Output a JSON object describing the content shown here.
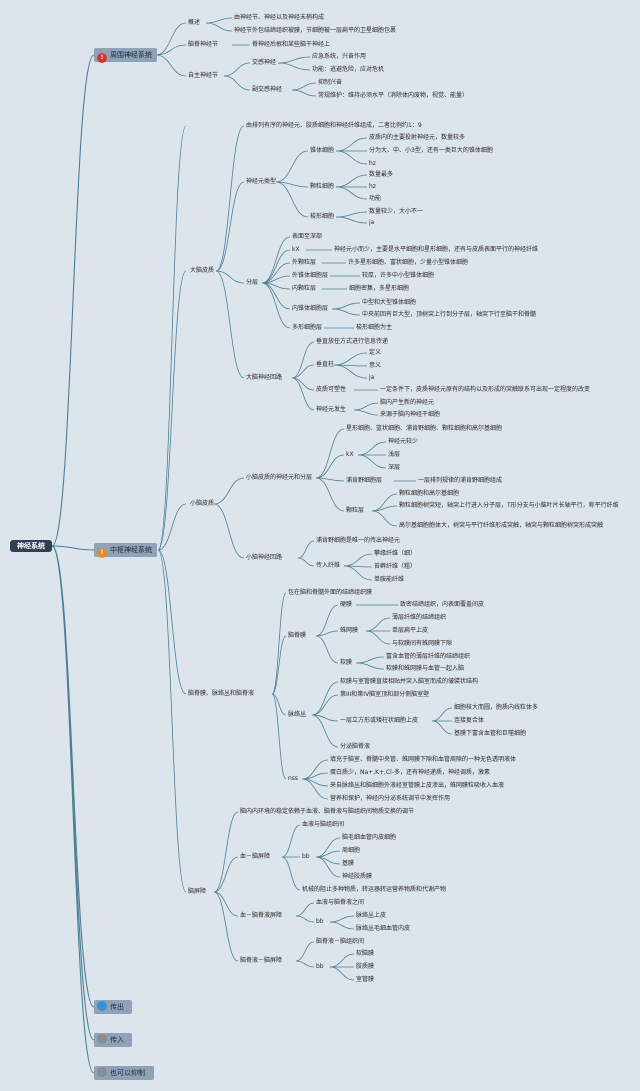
{
  "root": "神经系统",
  "c1": {
    "label": "周围神经系统",
    "icon": "!"
  },
  "c2": {
    "label": "中枢神经系统",
    "icon": "!"
  },
  "c3": {
    "label": "传出"
  },
  "c4": {
    "label": "传入"
  },
  "c5": {
    "label": "也可以抑制"
  },
  "colors": {
    "red": "#d9342b",
    "orange": "#e58a2e",
    "blue": "#3b8fd6",
    "gray": "#8c8c8c",
    "line": "#4d7f95"
  },
  "p": {
    "overview": "概述",
    "ov1": "由神经节、神经以及神经末梢构成",
    "ov2": "神经节外包结缔组织被膜，节细胞被一层扁平的卫星细胞包裹",
    "brain_spinal": "脑脊神经节",
    "bs1": "脊神经后根和某些脑干神经上",
    "auto": "自主神经节",
    "symp": "交感神经",
    "sy1": "应急系统，兴奋作用",
    "sy2": "功能：逃避危险，应对危机",
    "parasymp": "副交感神经",
    "pa1": "抑制兴奋",
    "pa2": "常规维护：维持必须水平（消除体内废物，视觉、能量）"
  },
  "cn": {
    "intro": "由排列有序的神经元、胶质细胞和神经纤维组成，二者比例约1：9",
    "cortex": "大脑皮质",
    "types": "神经元类型",
    "pyr": "锥体细胞",
    "py1": "皮质内的主要投射神经元，数量较多",
    "py2": "分为大、中、小3型，还有一类巨大的锥体细胞",
    "py3": "hz",
    "gran": "颗粒细胞",
    "gr1": "数量最多",
    "gr2": "hz",
    "gr3": "功能",
    "fusi": "梭形细胞",
    "fu1": "数量较少，大小不一",
    "fu2": "ja",
    "layers": "分层",
    "l0": "表面至深部",
    "l1k": "kX",
    "l1": "神经元小而少，主要是水平细胞和星形细胞，还有与皮质表面平行的神经纤维",
    "l2k": "外颗粒层",
    "l2": "许多星形细胞、富状细胞，少量小型锥体细胞",
    "l3k": "外锥体细胞层",
    "l3": "较厚，许多中小型锥体细胞",
    "l4k": "内颗粒层",
    "l4": "细胞密集，多星形细胞",
    "l5k": "内锥体细胞层",
    "l5a": "中型和大型锥体细胞",
    "l5b": "中央前回有巨大型，顶树突上行到分子层，轴突下行至脑干和脊髓",
    "l6k": "多形细胞层",
    "l6": "梭形细胞为主",
    "circuit": "大脑神经回路",
    "ci0": "垂直放任方式进行信息传递",
    "col": "垂直柱",
    "co1": "定义",
    "co2": "意义",
    "co3": "ja",
    "plast": "皮质可塑性",
    "pl1": "一定条件下，皮质神经元原有的结构以及形成的突触联系可出现一定程度的改变",
    "neuro": "神经元发生",
    "ne1": "脑内产生新的神经元",
    "ne2": "来源于脑内神经干细胞",
    "cereb": "小脑皮质",
    "cneu": "小脑皮质的神经元和分层",
    "cn0": "星形细胞、篮状细胞、浦肯野细胞、颗粒细胞和高尔基细胞",
    "ckx": "kX",
    "ck1": "神经元较少",
    "ck2": "浅层",
    "ck3": "深层",
    "purk": "浦肯野细胞层",
    "pu1": "一层排列规律的浦肯野细胞组成",
    "cgran": "颗粒层",
    "cg1": "颗粒细胞和高尔基细胞",
    "cg2": "颗粒细胞树突短，轴突上行进入分子层，T形分支与小脑叶片长轴平行，称平行纤维",
    "cg3": "高尔基细胞胞体大，树突与平行纤维形成突触，轴突与颗粒细胞树突形成突触",
    "ccirc": "小脑神经回路",
    "cc0": "浦肯野细胞是唯一的传出神经元",
    "aff": "传入纤维",
    "af1": "攀缘纤维（细）",
    "af2": "苔藓纤维（粗）",
    "af3": "单胺能纤维",
    "men": "脑脊膜、脉络丛和脑脊液",
    "m0": "包在脑和脊髓外面的结缔组织膜",
    "mgroup": "脑脊膜",
    "dura": "硬膜",
    "du1": "致密结缔组织，内表面覆盖间皮",
    "arach": "蛛网膜",
    "ar1": "薄层纤维的结缔组织",
    "ar2": "单层扁平上皮",
    "ar3": "与软膜间有蛛网膜下隙",
    "pia": "软膜",
    "pi1": "富含血管的薄层纤维的结缔组织",
    "pi2": "软膜和蛛网膜与血管一起入脑",
    "plexus": "脉络丛",
    "px1": "软膜与室管膜直接相贴并突入脑室而成的皱襞状结构",
    "px2": "第III和第IV脑室顶和部分侧脑室壁",
    "px3": "一层立方形或矮柱状细胞上皮",
    "px3a": "细胞核大而圆，胞质内线粒体多",
    "px3b": "连接复合体",
    "px3c": "基膜下富含血管和巨噬细胞",
    "px4": "分泌脑脊液",
    "csf": "nss",
    "cs1": "填充于脑室、脊髓中央管、蛛网膜下隙和血管周隙的一种无色透明液体",
    "cs2": "蛋白质少，Na+,K+,Cl-多，还有神经递质，神经调质，激素",
    "cs3": "来自脉络丛和脑细胞外液经室管膜上皮渗出，蛛网膜粒吸收入血液",
    "cs4": "营养和保护，神经内分泌系统调节中发挥作用",
    "bb": "脑屏障",
    "bb0": "脑内内环境的稳定依赖于血液、脑脊液与脑组织间物质交换的调节",
    "bbb": "血－脑屏障",
    "bb1": "血液与脑组织间",
    "bbk": "bb",
    "bbk1": "脑毛细血管内皮细胞",
    "bbk2": "周细胞",
    "bbk3": "基膜",
    "bbk4": "神经胶质膜",
    "bb2": "机械的阻止多种物质，转运器转运营养物质和代谢产物",
    "bcsf": "血－脑脊液屏障",
    "bc1": "血液与脑脊液之间",
    "bck": "bb",
    "bck1": "脉络丛上皮",
    "bck2": "脉络丛毛细血管内皮",
    "cbr": "脑脊液－脑屏障",
    "cb1": "脑脊液－脑组织间",
    "cbk": "bb",
    "cbk1": "软脑膜",
    "cbk2": "胶质膜",
    "cbk3": "室管膜"
  }
}
